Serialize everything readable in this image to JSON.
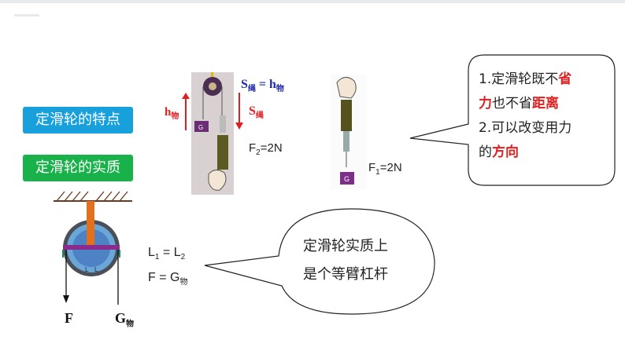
{
  "tags": {
    "features": "定滑轮的特点",
    "essence": "定滑轮的实质"
  },
  "photo1": {
    "s_rope": "S",
    "s_rope_sub": "绳",
    "eq": " = h",
    "eq_sub": "物",
    "h_obj": "h",
    "h_obj_sub": "物",
    "s_rope2": "S",
    "s_rope2_sub": "绳",
    "weight_label": "G",
    "force": "F",
    "force_sub": "2",
    "force_val": "=2N"
  },
  "photo2": {
    "weight_label": "G",
    "force": "F",
    "force_sub": "1",
    "force_val": "=2N"
  },
  "callout1": {
    "line1_a": "1.定滑轮既不",
    "line1_b": "省",
    "line2_a": "力",
    "line2_b": "也不省",
    "line2_c": "距离",
    "line3": "2.可以改变用力",
    "line4_a": "的",
    "line4_b": "方向"
  },
  "formula": {
    "l1": "L",
    "l1_sub": "1",
    "eq1": " = L",
    "l2_sub": "2",
    "f": "F = G",
    "g_sub": "物"
  },
  "pulley": {
    "label_f": "F",
    "label_g": "G",
    "label_g_sub": "物",
    "inner_l1": "L",
    "inner_l1_sub": "1",
    "inner_l2": "L",
    "inner_l2_sub": "2"
  },
  "callout2": {
    "line1": "定滑轮实质上",
    "line2": "是个等臂杠杆"
  },
  "colors": {
    "red": "#e02020",
    "blue": "#1f2aa8",
    "tag_blue": "#17a0db",
    "tag_green": "#18b14a"
  }
}
